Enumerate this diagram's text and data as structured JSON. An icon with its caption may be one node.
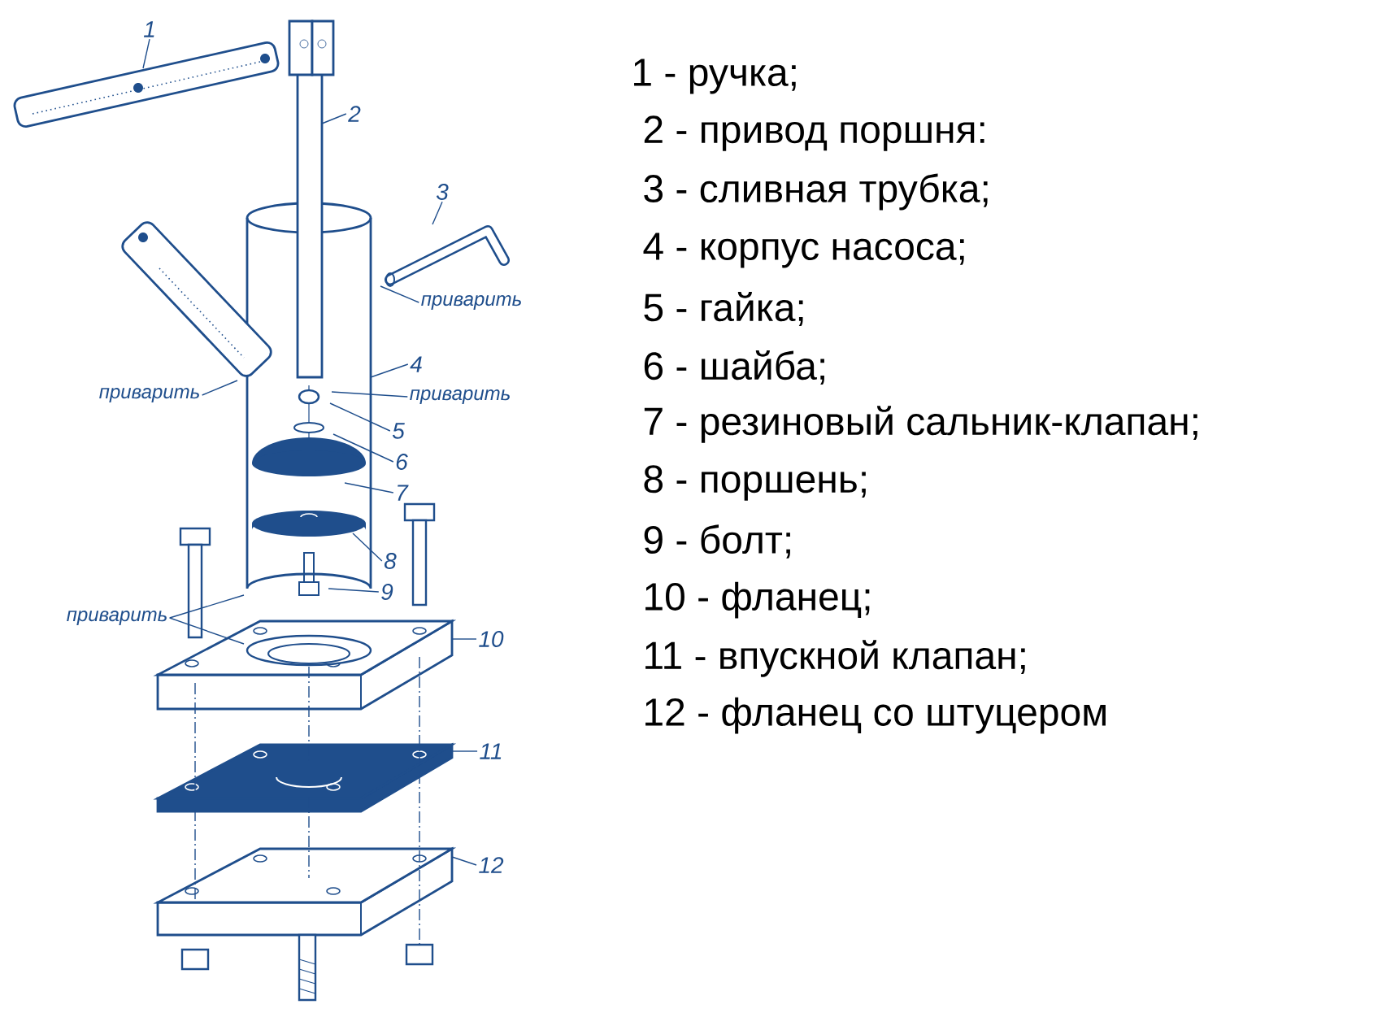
{
  "diagram": {
    "nodes": [
      {
        "text": [
          "1"
        ]
      },
      {
        "text": [
          "2"
        ]
      },
      {
        "text": [
          "3"
        ]
      },
      {
        "text": [
          "4"
        ]
      },
      {
        "text": [
          "5"
        ]
      },
      {
        "text": [
          "6"
        ]
      },
      {
        "text": [
          "7"
        ]
      },
      {
        "text": [
          "8"
        ]
      },
      {
        "text": [
          "9"
        ]
      },
      {
        "text": [
          "10"
        ]
      },
      {
        "text": [
          "11"
        ]
      },
      {
        "text": [
          "12"
        ]
      },
      {
        "text": [
          "приварить"
        ]
      },
      {
        "text": [
          "приварить"
        ]
      },
      {
        "text": [
          "приварить"
        ]
      },
      {
        "text": [
          "приварить"
        ]
      }
    ],
    "edges": [
      {
        "from": 0,
        "to": null,
        "arrow": "none"
      },
      {
        "from": 1,
        "to": null,
        "arrow": "none"
      },
      {
        "from": 2,
        "to": null,
        "arrow": "none"
      },
      {
        "from": 3,
        "to": null,
        "arrow": "none"
      },
      {
        "from": 4,
        "to": null,
        "arrow": "none"
      },
      {
        "from": 5,
        "to": null,
        "arrow": "none"
      },
      {
        "from": 6,
        "to": null,
        "arrow": "none"
      },
      {
        "from": 7,
        "to": null,
        "arrow": "none"
      },
      {
        "from": 8,
        "to": null,
        "arrow": "none"
      },
      {
        "from": 9,
        "to": null,
        "arrow": "none"
      },
      {
        "from": 10,
        "to": null,
        "arrow": "none"
      },
      {
        "from": 11,
        "to": null,
        "arrow": "none"
      },
      {
        "from": 12,
        "to": null,
        "arrow": "none"
      },
      {
        "from": 13,
        "to": null,
        "arrow": "none"
      },
      {
        "from": 14,
        "to": null,
        "arrow": "none"
      },
      {
        "from": 15,
        "to": null,
        "arrow": "none"
      },
      {
        "from": 15,
        "to": null,
        "arrow": "none"
      }
    ],
    "labels": [
      "1 - ручка;",
      "2 - привод поршня:",
      "3 - сливная трубка;",
      "4 - корпус насоса;",
      "5 - гайка;",
      "6 - шайба;",
      "7 - резиновый сальник-клапан;",
      "8 - поршень;",
      "9 - болт;",
      "10 - фланец;",
      "11 - впускной клапан;",
      "12 - фланец со штуцером"
    ]
  }
}
